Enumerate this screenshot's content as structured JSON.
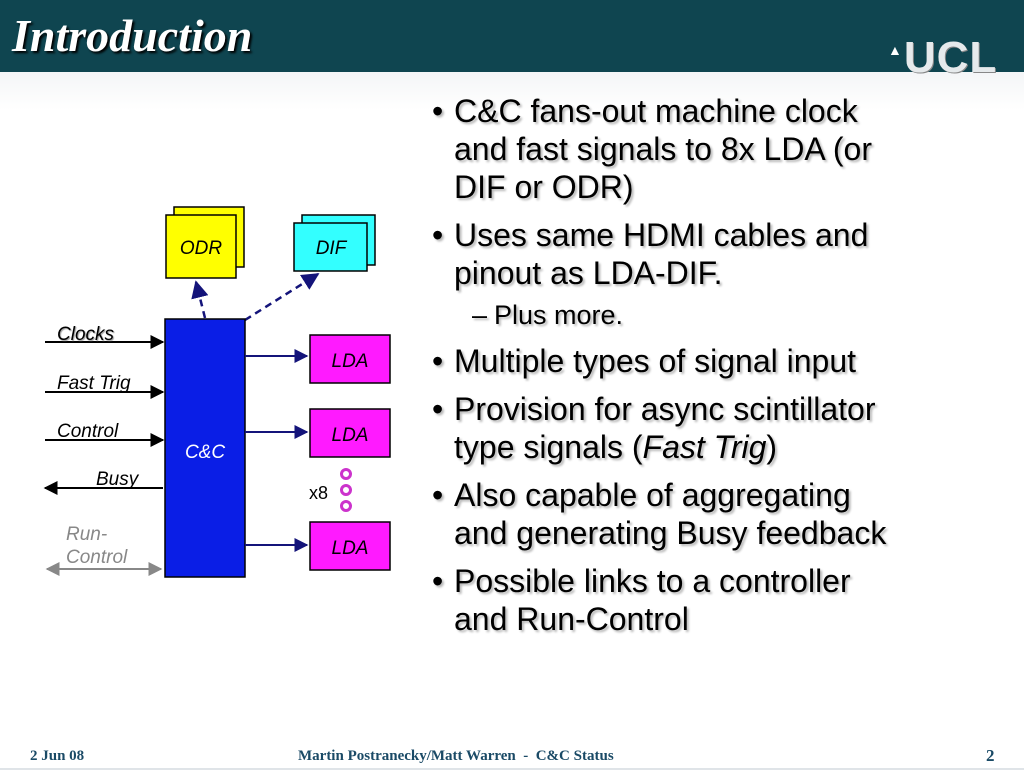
{
  "slide": {
    "title": "Introduction",
    "logo_text": "UCL",
    "footer_date": "2 Jun 08",
    "footer_author": "Martin Postranecky/Matt Warren  -  C&C Status",
    "page_number": "2"
  },
  "diagram": {
    "cc_label": "C&C",
    "odr_label": "ODR",
    "dif_label": "DIF",
    "lda_labels": [
      "LDA",
      "LDA",
      "LDA"
    ],
    "multiplier_label": "x8",
    "input_labels": {
      "clocks": "Clocks",
      "fast_trig": "Fast Trig",
      "control": "Control",
      "busy": "Busy",
      "run_control_1": "Run-",
      "run_control_2": "Control"
    },
    "colors": {
      "cc": "#0a1ee6",
      "odr": "#ffff00",
      "dif": "#33ffff",
      "lda": "#ff1aff",
      "dots": "#cc33cc",
      "arrow_dashed": "#14147a",
      "run_control": "#888888"
    }
  },
  "bullets": {
    "b1_line1": "C&C fans-out machine clock",
    "b1_line2": "and fast signals to 8x LDA (or",
    "b1_line3": "DIF or ODR)",
    "b2_line1": "Uses same HDMI cables and",
    "b2_line2": "pinout as LDA-DIF.",
    "sub1": "Plus more.",
    "b3_line1": "Multiple types of signal input",
    "b4_line1": "Provision for async scintillator",
    "b4_line2_pre": "type signals (",
    "b4_line2_em": "Fast Trig",
    "b4_line2_post": ")",
    "b5_line1": "Also capable of aggregating",
    "b5_line2": "and generating Busy feedback",
    "b6_line1": "Possible links to a controller",
    "b6_line2": "and Run-Control"
  }
}
